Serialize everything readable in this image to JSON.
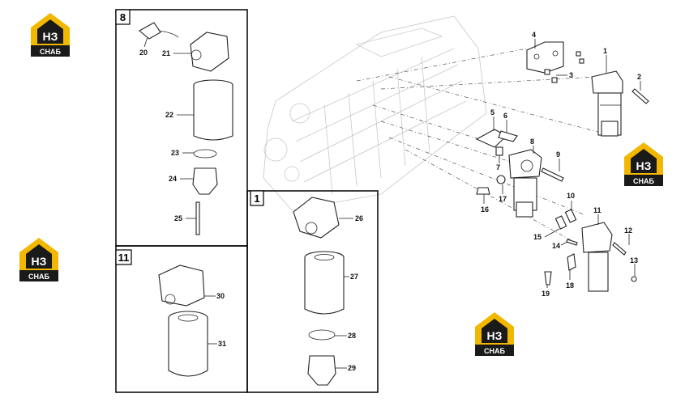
{
  "colors": {
    "logo_yellow": "#f2b800",
    "logo_dark": "#1a1a1a",
    "frame": "#000000",
    "engine_ghost": "#c8c8c8"
  },
  "logo": {
    "big": "НЗ",
    "small": "СНАБ",
    "icon": "house-logo-icon"
  },
  "boxes": {
    "b8": "8",
    "b1": "1",
    "b11": "11"
  },
  "labels": {
    "p1": "1",
    "p2": "2",
    "p3": "3",
    "p4": "4",
    "p5": "5",
    "p6": "6",
    "p7": "7",
    "p8": "8",
    "p9": "9",
    "p10": "10",
    "p11": "11",
    "p12": "12",
    "p13": "13",
    "p14": "14",
    "p15": "15",
    "p16": "16",
    "p17": "17",
    "p18": "18",
    "p19": "19",
    "p20": "20",
    "p21": "21",
    "p22": "22",
    "p23": "23",
    "p24": "24",
    "p25": "25",
    "p26": "26",
    "p27": "27",
    "p28": "28",
    "p29": "29",
    "p30": "30",
    "p31": "31"
  }
}
